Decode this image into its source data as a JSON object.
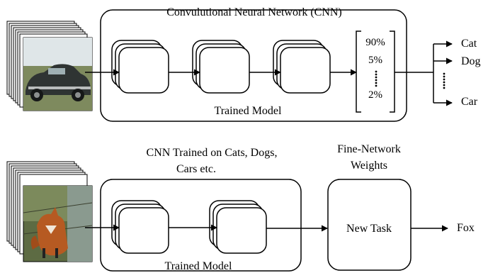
{
  "top": {
    "title": "Convulutional Neural Network (CNN)",
    "model_label": "Trained Model",
    "probabilities": [
      "90%",
      "5%",
      "2%"
    ],
    "outputs": [
      "Cat",
      "Dog",
      "Car"
    ],
    "input_image": "vintage-car-photo"
  },
  "bottom": {
    "cnn_title_line1": "CNN Trained on Cats, Dogs,",
    "cnn_title_line2": "Cars etc.",
    "model_label": "Trained Model",
    "fine_title_line1": "Fine-Network",
    "fine_title_line2": "Weights",
    "new_task_label": "New Task",
    "output": "Fox",
    "input_image": "fox-photo"
  }
}
